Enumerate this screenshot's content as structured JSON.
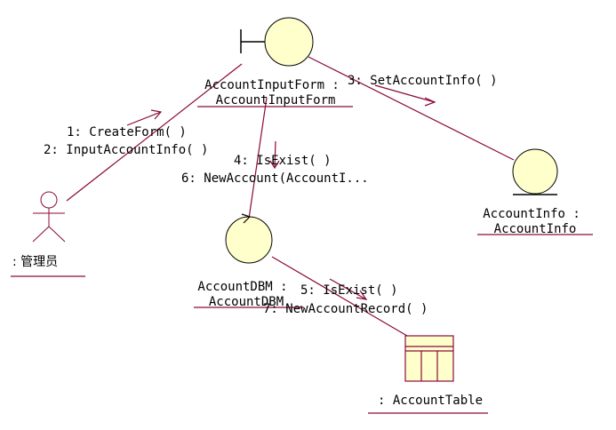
{
  "colors": {
    "line": "#8b0a3c",
    "underline": "#8b0a3c",
    "fill": "#ffffcc",
    "stroke": "#000000",
    "text": "#000000"
  },
  "nodes": {
    "actor": {
      "name": ": 管理员",
      "icon": "actor-stick-figure-icon"
    },
    "form": {
      "line1": "AccountInputForm :",
      "line2": "AccountInputForm",
      "icon": "boundary-icon"
    },
    "info": {
      "line1": "AccountInfo :",
      "line2": "AccountInfo",
      "icon": "entity-icon"
    },
    "dbm": {
      "line1": "AccountDBM :",
      "line2": "AccountDBM",
      "icon": "control-icon"
    },
    "table": {
      "name": ": AccountTable",
      "icon": "table-icon"
    }
  },
  "messages": {
    "m1": "1: CreateForm( )",
    "m2": "2: InputAccountInfo( )",
    "m3": "3: SetAccountInfo( )",
    "m4": "4: IsExist( )",
    "m5": "5: IsExist( )",
    "m6": "6: NewAccount(AccountI...",
    "m7": "7: NewAccountRecord( )"
  }
}
